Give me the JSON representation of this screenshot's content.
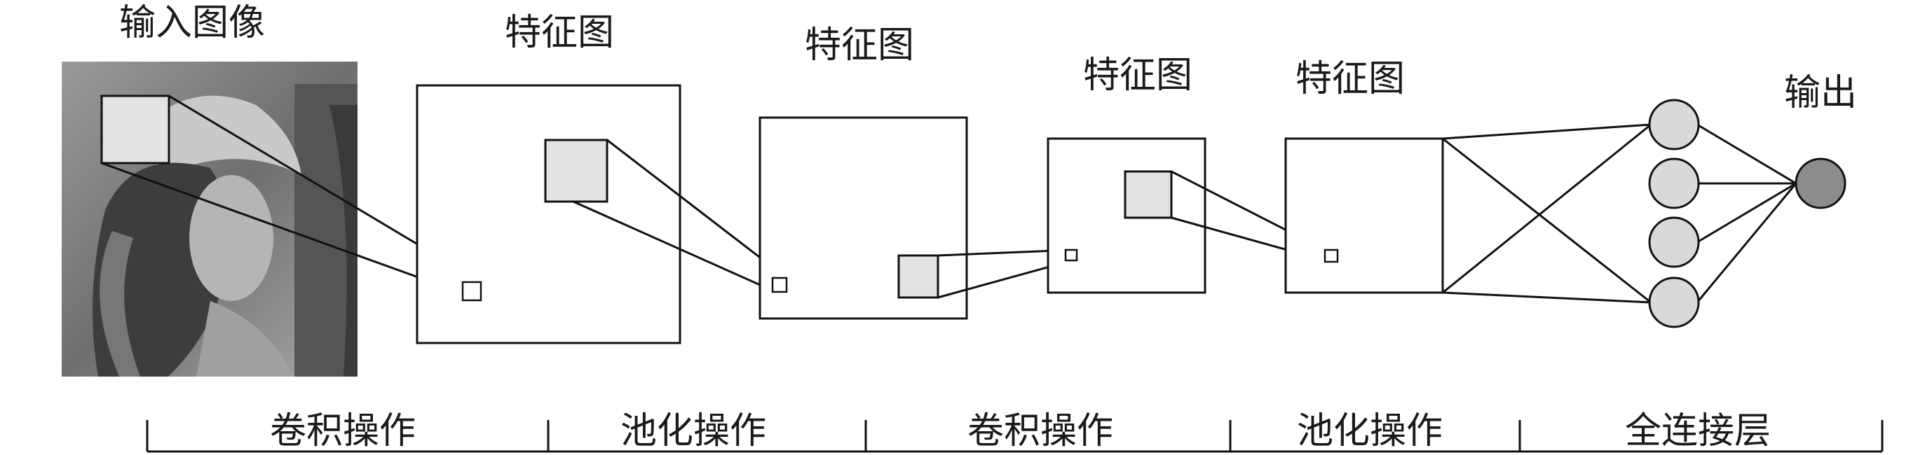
{
  "labels": {
    "input": "输入图像",
    "fm1": "特征图",
    "fm2": "特征图",
    "fm3": "特征图",
    "fm4": "特征图",
    "output": "输出"
  },
  "stages": [
    {
      "label": "卷积操作"
    },
    {
      "label": "池化操作"
    },
    {
      "label": "卷积操作"
    },
    {
      "label": "池化操作"
    },
    {
      "label": "全连接层"
    }
  ],
  "colors": {
    "line": "#111111",
    "patch_fill": "#e3e3e3",
    "node_fill": "#d9d9d9",
    "output_fill": "#8c8c8c"
  }
}
